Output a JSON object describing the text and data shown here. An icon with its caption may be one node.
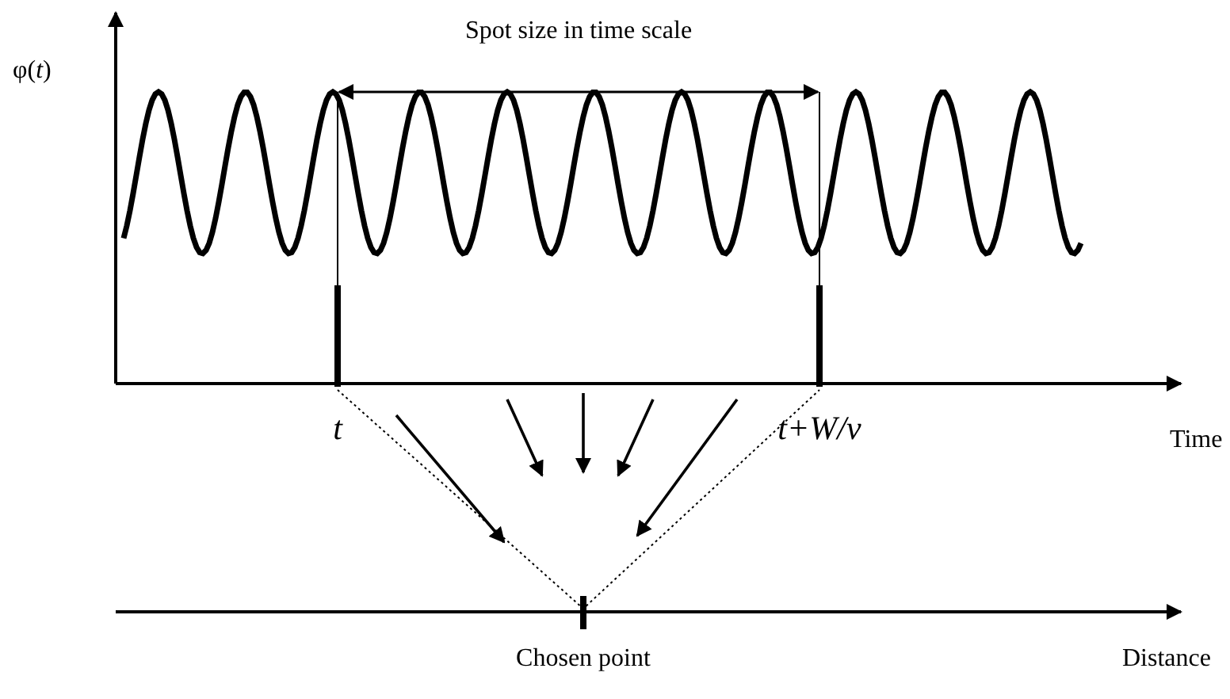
{
  "diagram": {
    "labels": [
      "φ(*t*)",
      "Spot size in time scale",
      "t",
      "t+W/v",
      "Time",
      "Chosen point",
      "Distance"
    ]
  }
}
